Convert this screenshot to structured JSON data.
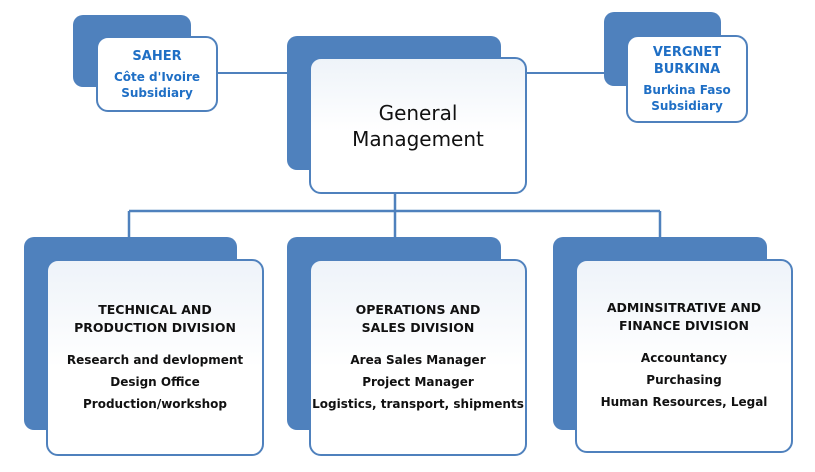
{
  "diagram": {
    "colors": {
      "accent": "#4f81bd",
      "subsidiary_text": "#1f6fc5"
    },
    "general_management": {
      "title_line1": "General",
      "title_line2": "Management"
    },
    "subsidiaries": [
      {
        "name_lines": [
          "SAHER"
        ],
        "description_lines": [
          "Côte d'Ivoire",
          "Subsidiary"
        ]
      },
      {
        "name_lines": [
          "VERGNET",
          "BURKINA"
        ],
        "description_lines": [
          "Burkina Faso",
          "Subsidiary"
        ]
      }
    ],
    "divisions": [
      {
        "title_lines": [
          "TECHNICAL AND",
          "PRODUCTION DIVISION"
        ],
        "items": [
          "Research and devlopment",
          "Design Office",
          "Production/workshop"
        ]
      },
      {
        "title_lines": [
          "OPERATIONS AND",
          "SALES DIVISION"
        ],
        "items": [
          "Area Sales Manager",
          "Project Manager",
          "Logistics, transport, shipments"
        ]
      },
      {
        "title_lines": [
          "ADMINSITRATIVE AND",
          "FINANCE DIVISION"
        ],
        "items": [
          "Accountancy",
          "Purchasing",
          "Human Resources, Legal"
        ]
      }
    ]
  }
}
